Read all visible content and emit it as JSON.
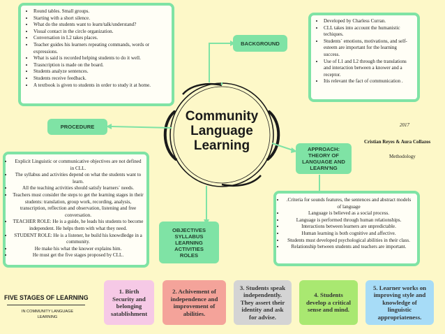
{
  "center": {
    "line1": "Community",
    "line2": "Language",
    "line3": "Learning"
  },
  "procedure": {
    "label": "PROCEDURE",
    "items": [
      "Round tables. Small groups.",
      "Starting with a short silence.",
      "What do the students want to learn/talk/understand?",
      "Visual contact in the circle organization.",
      "Conversation in L2 takes places.",
      "Teacher guides his learners repeating commands, words or expressions.",
      "What is said is recorded helping students to do it well.",
      "Trasncription is made on the board.",
      "Students analyze sentences.",
      "Students receive feedback.",
      "A textbook is given to students in order to study it at home."
    ]
  },
  "background": {
    "label": "BACKGROUND",
    "items": [
      "Developed by Charless Curran.",
      "CLL takes into account the humanistic techiques.",
      "Students´ emotions, motivations, and self-esteem are important for the learning success.",
      "Use of L1 and L2 through the translations and interaction between a knower and a receptor.",
      "Itis relevant the fact of communication ."
    ]
  },
  "objectives": {
    "label_lines": [
      "OBJECTIVES",
      "SYLLABUS",
      "LEARNING",
      "ACTIVITIES",
      "ROLES"
    ],
    "items": [
      "Explicit Linguistic or communicative objectives are not defined in CLL.",
      "The syllabus and activities depend on what the students want to learn.",
      "All the teaching activities should satisfy learners´ needs.",
      "Teachers must consider the steps to get the learning stages in their students: translation, group work, recording, analysis, transcription, reflection and observation, listening and free conversation.",
      "TEACHER ROLE: He is a guide, he leads his students to become independent. He helps them with what they need.",
      "STUDENT ROLE: He is a listener, he build his knowdledge in a community.",
      "He make his what the knower explains him.",
      "He must get the five stages proposed by CLL."
    ]
  },
  "approach": {
    "label_lines": [
      "APPROACH:",
      "THEORY OF",
      "LANGUAGE AND",
      "LEARN'NG"
    ],
    "items": [
      ".Criteria for sounds features, the sentences and abstract models of language",
      "Language is believed as a social process.",
      "Language is performed through human relationships.",
      "Interactions between learners are unpredictable.",
      "Human learning is both cognitive and affective.",
      "Students must developed psychological abilities in their class.",
      "Relationship between students and teachers are important."
    ]
  },
  "credits": {
    "year": "2017",
    "authors": "Cristian Reyes & Aura Collazos",
    "subject": "Methodology"
  },
  "five_stages": {
    "title": "FIVE STAGES OF LEARNING",
    "subtitle_line1": "IN COMMUNITY LANGUAGE",
    "subtitle_line2": "LEARNING",
    "stages": [
      {
        "text": "1. Birth Security and belonging satablishment",
        "color": "#f6c9e6"
      },
      {
        "text": "2. Achivement of independence and improvement of abilities.",
        "color": "#f4a39a"
      },
      {
        "text": "3. Students speak independently. They assert their identity and ask for advise.",
        "color": "#d4d4d4"
      },
      {
        "text": "4. Students develop a critical sense and mind.",
        "color": "#a9e871"
      },
      {
        "text": "5. Learner works on improving style and knowledge of linguistic appropriateness.",
        "color": "#a7dcf7"
      }
    ]
  },
  "colors": {
    "accent": "#7fe3a5",
    "background": "#fdf8c8"
  }
}
